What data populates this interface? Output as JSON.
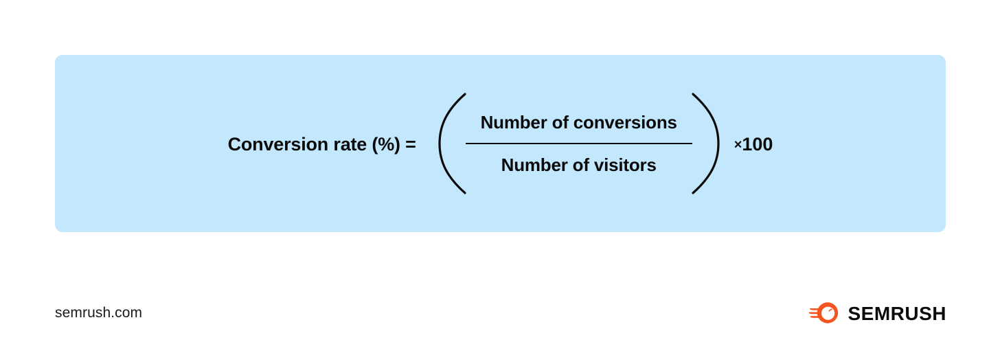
{
  "colors": {
    "panel_background": "#c3e7fc",
    "page_background": "#ffffff",
    "text": "#0b0b0b",
    "brand_orange": "#f4541f"
  },
  "formula": {
    "lhs": "Conversion rate (%) =",
    "numerator": "Number of conversions",
    "denominator": "Number of visitors",
    "rhs_operator": "×",
    "rhs_value": "100",
    "open_paren": "(",
    "close_paren": ")"
  },
  "footer": {
    "domain": "semrush.com",
    "brand_name": "SEMRUSH",
    "brand_icon": "semrush-comet-icon"
  }
}
